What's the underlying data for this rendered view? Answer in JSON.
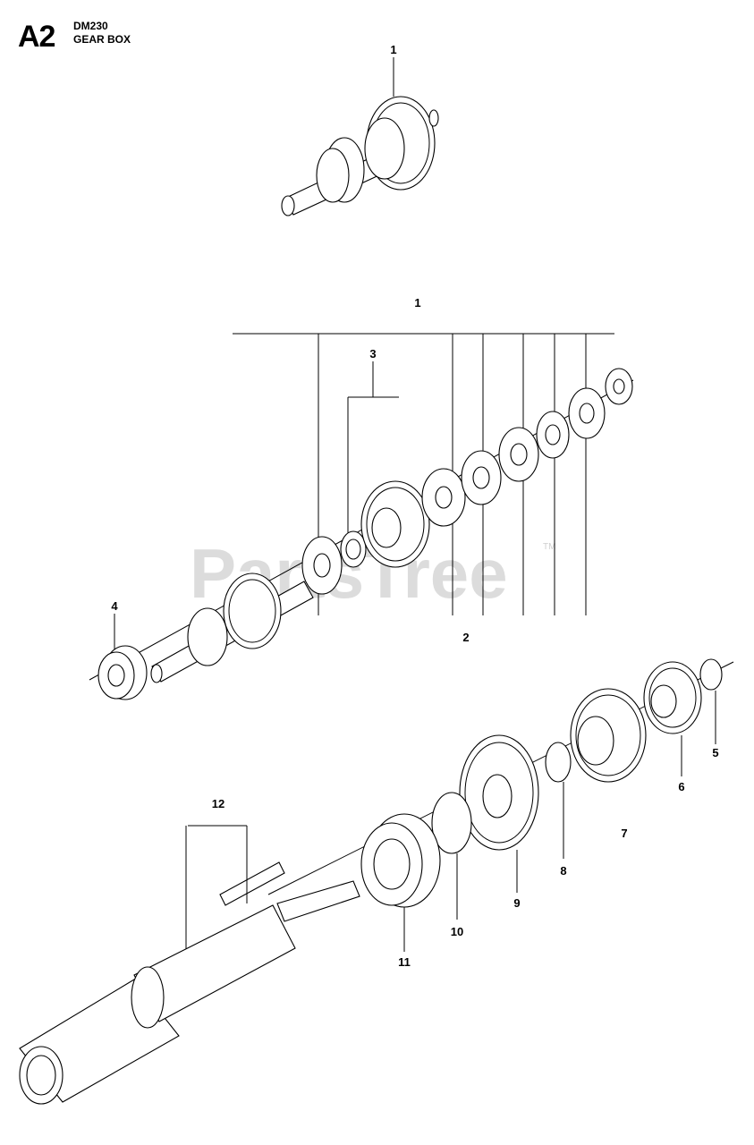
{
  "header": {
    "code": "A2",
    "model": "DM230",
    "name": "GEAR BOX"
  },
  "watermark": {
    "text": "PartsTree",
    "tm": "TM"
  },
  "callouts": {
    "c1_top": "1",
    "c1_group": "1",
    "c2": "2",
    "c3": "3",
    "c4": "4",
    "c5": "5",
    "c6": "6",
    "c7": "7",
    "c8": "8",
    "c9": "9",
    "c10": "10",
    "c11": "11",
    "c12": "12"
  }
}
